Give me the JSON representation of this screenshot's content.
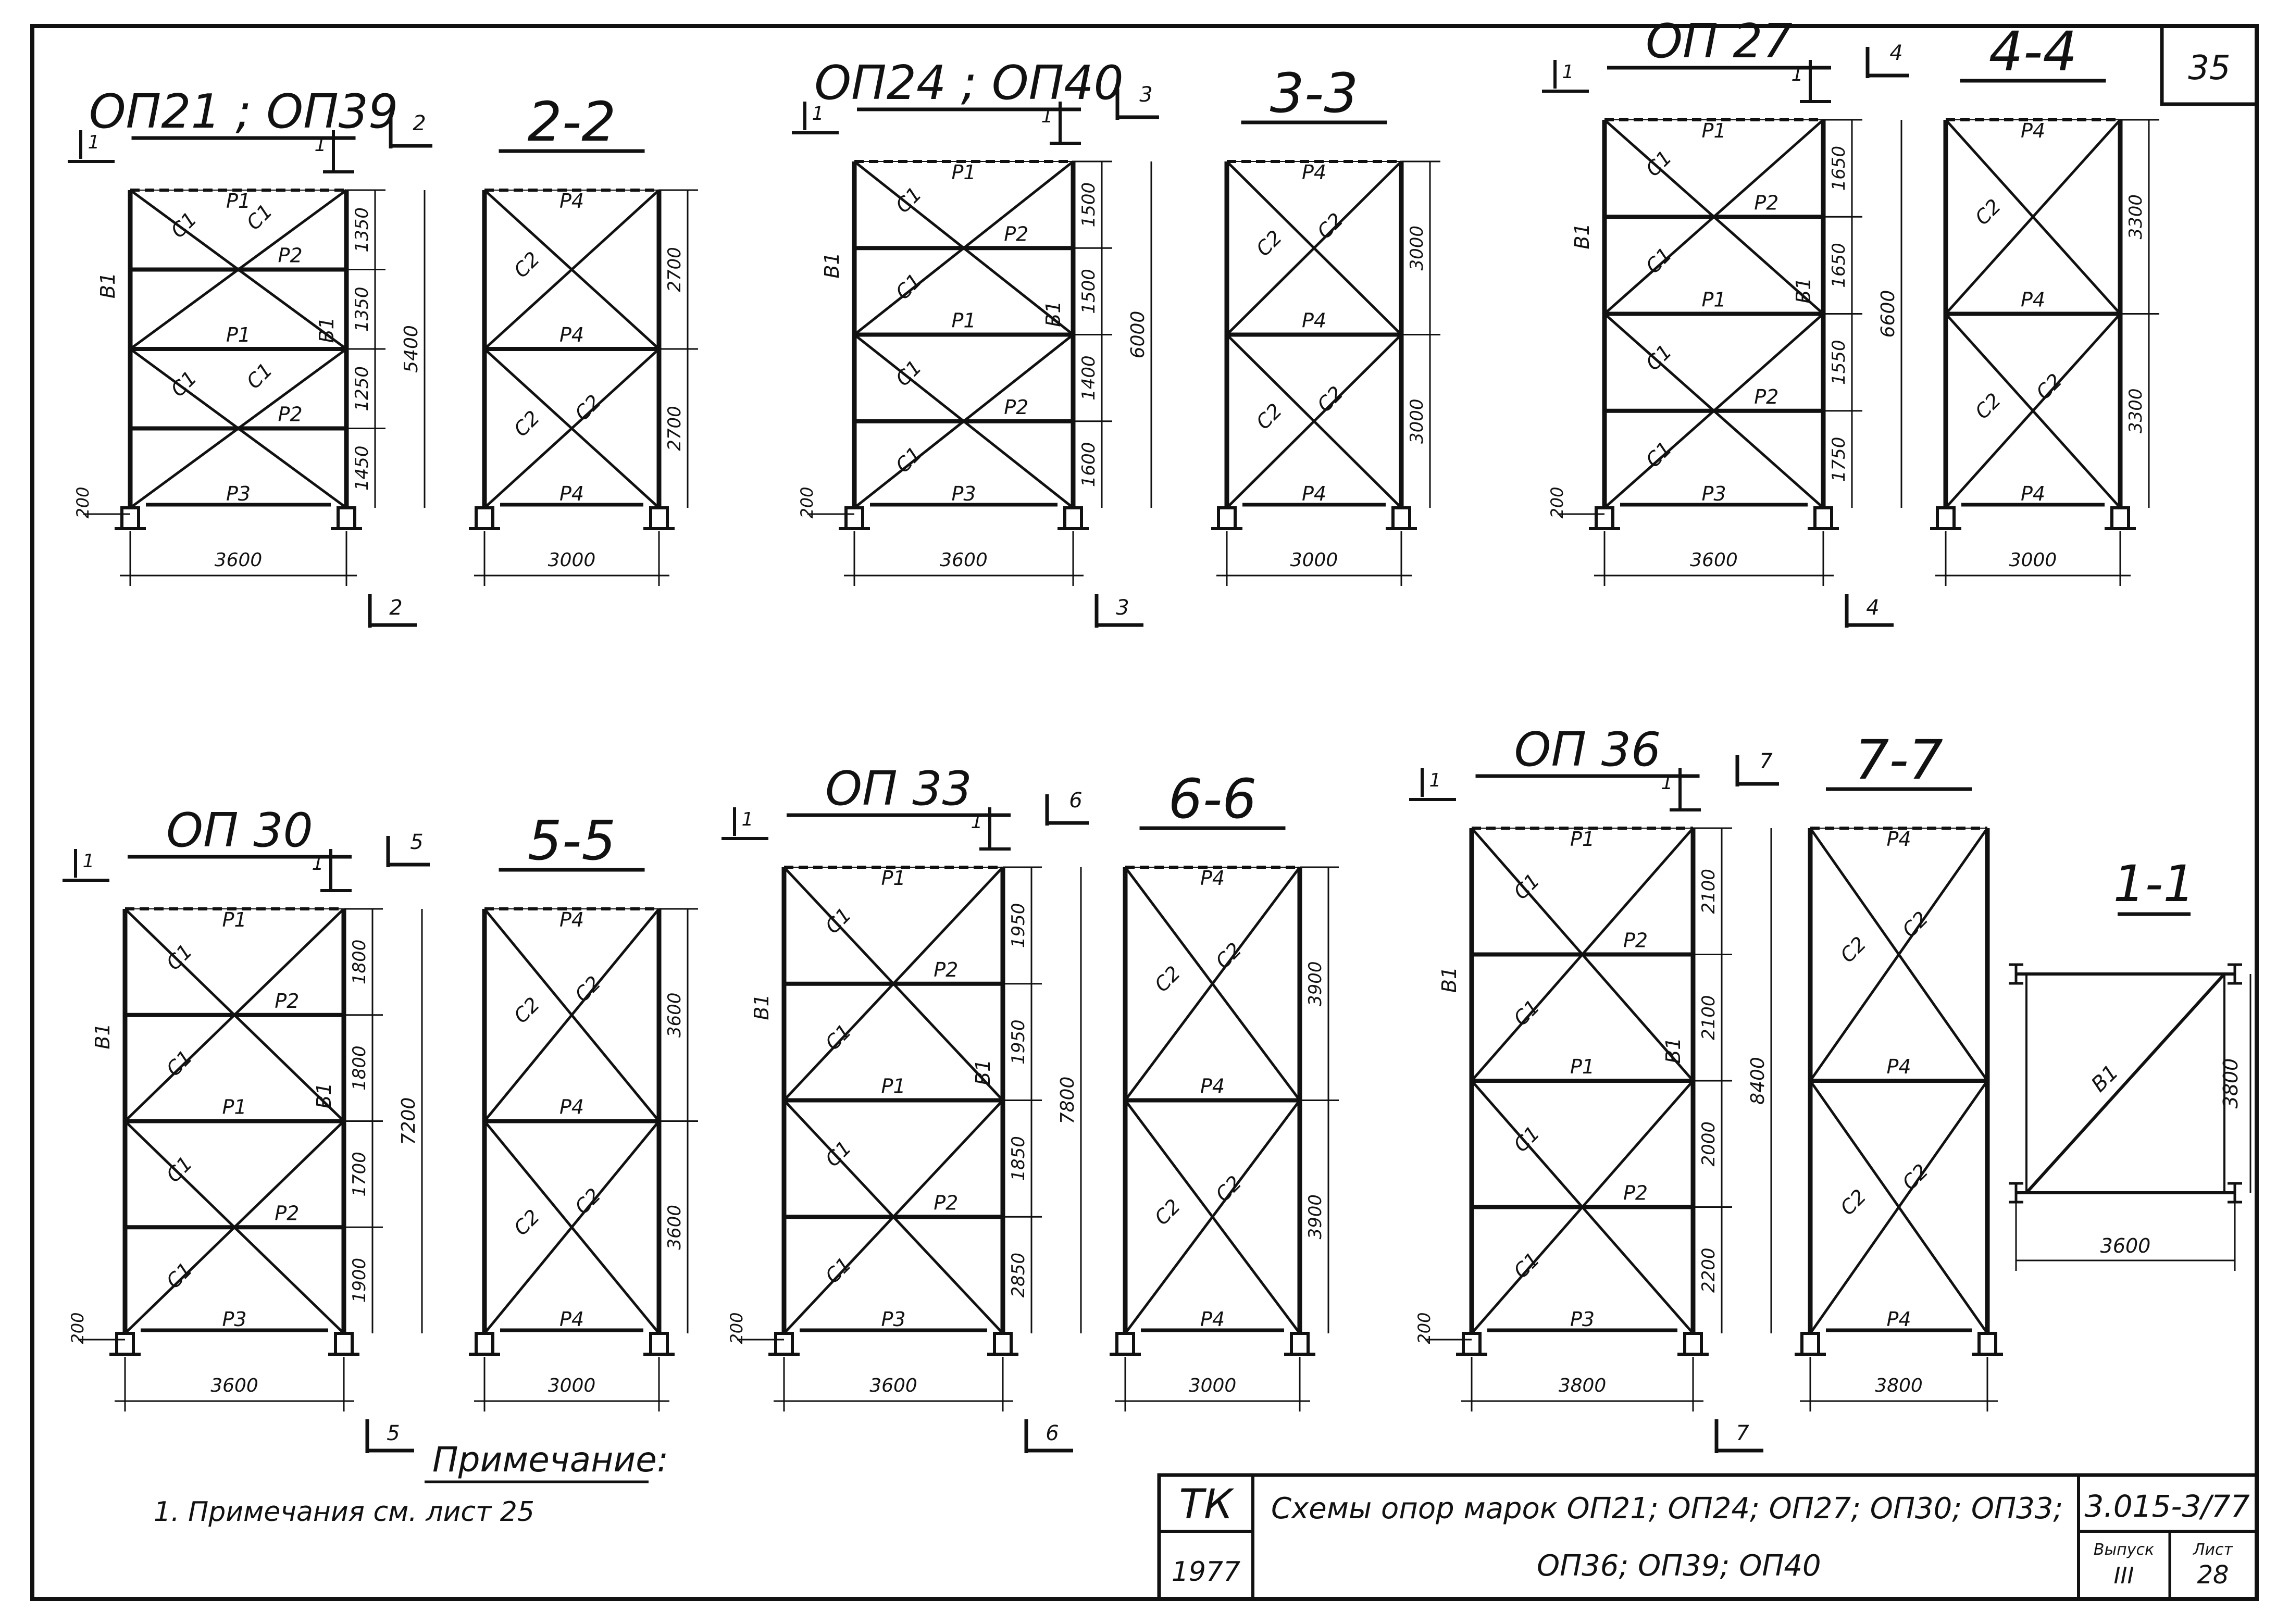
{
  "sheet_number": "35",
  "frames": [
    {
      "id": "op21",
      "title": "ОП21 ; ОП39",
      "section_mark_right": "2",
      "section_mark_left": "1",
      "section_mark_top_right": "1",
      "width_label": "3600",
      "base_label": "200",
      "column_labels": [
        "В1",
        "В1"
      ],
      "panels": [
        {
          "height": "1350",
          "top": "Р1",
          "diag": [
            "С1",
            "С1"
          ],
          "bottom": "Р2"
        },
        {
          "height": "1350",
          "top": "",
          "diag": [
            "",
            ""
          ],
          "bottom": "Р1"
        },
        {
          "height": "1250",
          "top": "",
          "diag": [
            "С1",
            "С1"
          ],
          "bottom": "Р2"
        },
        {
          "height": "1450",
          "top": "",
          "diag": [
            "",
            ""
          ],
          "bottom": "Р3"
        }
      ],
      "total_height": "5400",
      "tiers": [
        2,
        2
      ]
    },
    {
      "id": "s22",
      "title": "2-2",
      "width_label": "3000",
      "section_total": "",
      "panels": [
        {
          "height": "2700",
          "top": "Р4",
          "diag": [
            "С2",
            ""
          ],
          "bottom": "Р4"
        },
        {
          "height": "2700",
          "top": "",
          "diag": [
            "С2",
            "С2"
          ],
          "bottom": "Р4"
        }
      ]
    },
    {
      "id": "op24",
      "title": "ОП24 ; ОП40",
      "section_mark_right": "3",
      "section_mark_left": "1",
      "section_mark_top_right": "1",
      "width_label": "3600",
      "base_label": "200",
      "column_labels": [
        "В1",
        "В1"
      ],
      "panels": [
        {
          "height": "1500",
          "top": "Р1",
          "diag": [
            "С1",
            ""
          ],
          "bottom": "Р2"
        },
        {
          "height": "1500",
          "top": "",
          "diag": [
            "С1",
            ""
          ],
          "bottom": "Р1"
        },
        {
          "height": "1400",
          "top": "",
          "diag": [
            "С1",
            ""
          ],
          "bottom": "Р2"
        },
        {
          "height": "1600",
          "top": "",
          "diag": [
            "С1",
            ""
          ],
          "bottom": "Р3"
        }
      ],
      "total_height": "6000"
    },
    {
      "id": "s33",
      "title": "3-3",
      "width_label": "3000",
      "panels": [
        {
          "height": "3000",
          "top": "Р4",
          "diag": [
            "С2",
            "С2"
          ],
          "bottom": "Р4"
        },
        {
          "height": "3000",
          "top": "",
          "diag": [
            "С2",
            "С2"
          ],
          "bottom": "Р4"
        }
      ]
    },
    {
      "id": "op27",
      "title": "ОП 27",
      "section_mark_right": "4",
      "section_mark_left": "1",
      "section_mark_top_right": "1",
      "width_label": "3600",
      "base_label": "200",
      "column_labels": [
        "В1",
        "В1"
      ],
      "panels": [
        {
          "height": "1650",
          "top": "Р1",
          "diag": [
            "С1",
            ""
          ],
          "bottom": "Р2"
        },
        {
          "height": "1650",
          "top": "",
          "diag": [
            "С1",
            ""
          ],
          "bottom": "Р1"
        },
        {
          "height": "1550",
          "top": "",
          "diag": [
            "С1",
            ""
          ],
          "bottom": "Р2"
        },
        {
          "height": "1750",
          "top": "",
          "diag": [
            "С1",
            ""
          ],
          "bottom": "Р3"
        }
      ],
      "total_height": "6600"
    },
    {
      "id": "s44",
      "title": "4-4",
      "width_label": "3000",
      "panels": [
        {
          "height": "3300",
          "top": "Р4",
          "diag": [
            "С2",
            ""
          ],
          "bottom": "Р4"
        },
        {
          "height": "3300",
          "top": "",
          "diag": [
            "С2",
            "С2"
          ],
          "bottom": "Р4"
        }
      ]
    },
    {
      "id": "op30",
      "title": "ОП 30",
      "section_mark_right": "5",
      "section_mark_left": "1",
      "section_mark_top_right": "1",
      "width_label": "3600",
      "base_label": "200",
      "column_labels": [
        "В1",
        "В1"
      ],
      "panels": [
        {
          "height": "1800",
          "top": "Р1",
          "diag": [
            "С1",
            ""
          ],
          "bottom": "Р2"
        },
        {
          "height": "1800",
          "top": "",
          "diag": [
            "С1",
            ""
          ],
          "bottom": "Р1"
        },
        {
          "height": "1700",
          "top": "",
          "diag": [
            "С1",
            ""
          ],
          "bottom": "Р2"
        },
        {
          "height": "1900",
          "top": "",
          "diag": [
            "С1",
            ""
          ],
          "bottom": "Р3"
        }
      ],
      "total_height": "7200"
    },
    {
      "id": "s55",
      "title": "5-5",
      "width_label": "3000",
      "panels": [
        {
          "height": "3600",
          "top": "Р4",
          "diag": [
            "С2",
            "С2"
          ],
          "bottom": "Р4"
        },
        {
          "height": "3600",
          "top": "",
          "diag": [
            "С2",
            "С2"
          ],
          "bottom": "Р4"
        }
      ]
    },
    {
      "id": "op33",
      "title": "ОП 33",
      "section_mark_right": "6",
      "section_mark_left": "1",
      "section_mark_top_right": "1",
      "width_label": "3600",
      "base_label": "200",
      "column_labels": [
        "В1",
        "В1"
      ],
      "panels": [
        {
          "height": "1950",
          "top": "Р1",
          "diag": [
            "С1",
            ""
          ],
          "bottom": "Р2"
        },
        {
          "height": "1950",
          "top": "",
          "diag": [
            "С1",
            ""
          ],
          "bottom": "Р1"
        },
        {
          "height": "1850",
          "top": "",
          "diag": [
            "С1",
            ""
          ],
          "bottom": "Р2"
        },
        {
          "height": "2850",
          "top": "",
          "diag": [
            "С1",
            ""
          ],
          "bottom": "Р3"
        }
      ],
      "total_height": "7800"
    },
    {
      "id": "s66",
      "title": "6-6",
      "width_label": "3000",
      "panels": [
        {
          "height": "3900",
          "top": "Р4",
          "diag": [
            "С2",
            "С2"
          ],
          "bottom": "Р4"
        },
        {
          "height": "3900",
          "top": "",
          "diag": [
            "С2",
            "С2"
          ],
          "bottom": "Р4"
        }
      ]
    },
    {
      "id": "op36",
      "title": "ОП 36",
      "section_mark_right": "7",
      "section_mark_left": "1",
      "section_mark_top_right": "1",
      "width_label": "3800",
      "base_label": "200",
      "column_labels": [
        "В1",
        "В1"
      ],
      "panels": [
        {
          "height": "2100",
          "top": "Р1",
          "diag": [
            "С1",
            ""
          ],
          "bottom": "Р2"
        },
        {
          "height": "2100",
          "top": "",
          "diag": [
            "С1",
            ""
          ],
          "bottom": "Р1"
        },
        {
          "height": "2000",
          "top": "",
          "diag": [
            "С1",
            ""
          ],
          "bottom": "Р2"
        },
        {
          "height": "2200",
          "top": "",
          "diag": [
            "С1",
            ""
          ],
          "bottom": "Р3"
        }
      ],
      "total_height": "8400"
    },
    {
      "id": "s77",
      "title": "7-7",
      "width_label": "3800",
      "panels": [
        {
          "height": "",
          "top": "Р4",
          "diag": [
            "С2",
            "С2"
          ],
          "bottom": "Р4"
        },
        {
          "height": "",
          "top": "",
          "diag": [
            "С2",
            "С2"
          ],
          "bottom": "Р4"
        }
      ]
    },
    {
      "id": "s11",
      "title": "1-1",
      "width_label": "3600",
      "height_label": "3800",
      "diag_label": "В1"
    }
  ],
  "note": {
    "heading": "Примечание:",
    "item": "1. Примечания см. лист 25"
  },
  "title_block": {
    "org": "ТК",
    "year": "1977",
    "title_line1": "Схемы опор марок ОП21; ОП24; ОП27; ОП30; ОП33;",
    "title_line2": "ОП36; ОП39; ОП40",
    "code": "3.015-3/77",
    "issue_label": "Выпуск",
    "issue_value": "III",
    "sheet_label": "Лист",
    "sheet_value": "28"
  }
}
